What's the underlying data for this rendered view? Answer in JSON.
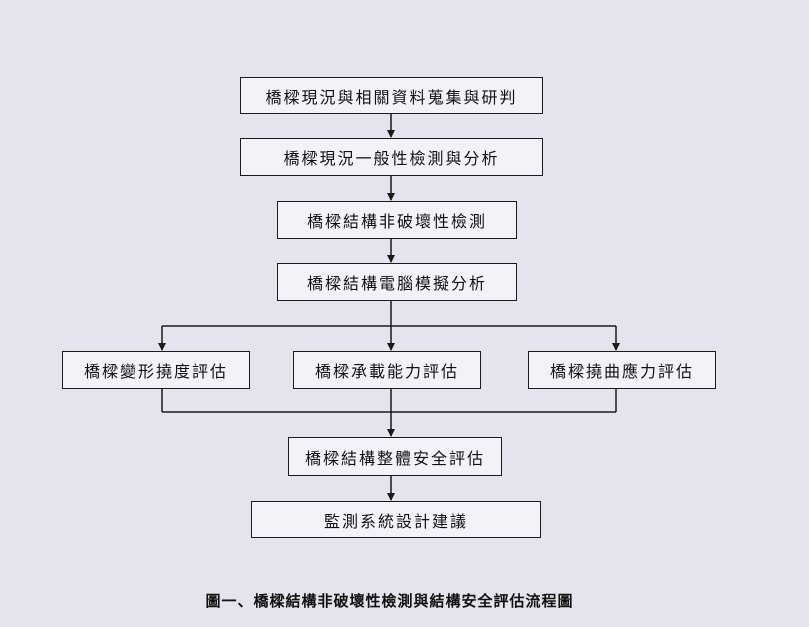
{
  "flow": {
    "steps": {
      "s1": "橋樑現況與相關資料蒐集與研判",
      "s2": "橋樑現況一般性檢測與分析",
      "s3": "橋樑結構非破壞性檢測",
      "s4": "橋樑結構電腦模擬分析",
      "b1": "橋樑變形撓度評估",
      "b2": "橋樑承載能力評估",
      "b3": "橋樑撓曲應力評估",
      "s5": "橋樑結構整體安全評估",
      "s6": "監測系統設計建議"
    }
  },
  "caption": "圖一、橋樑結構非破壞性檢測與結構安全評估流程圖"
}
